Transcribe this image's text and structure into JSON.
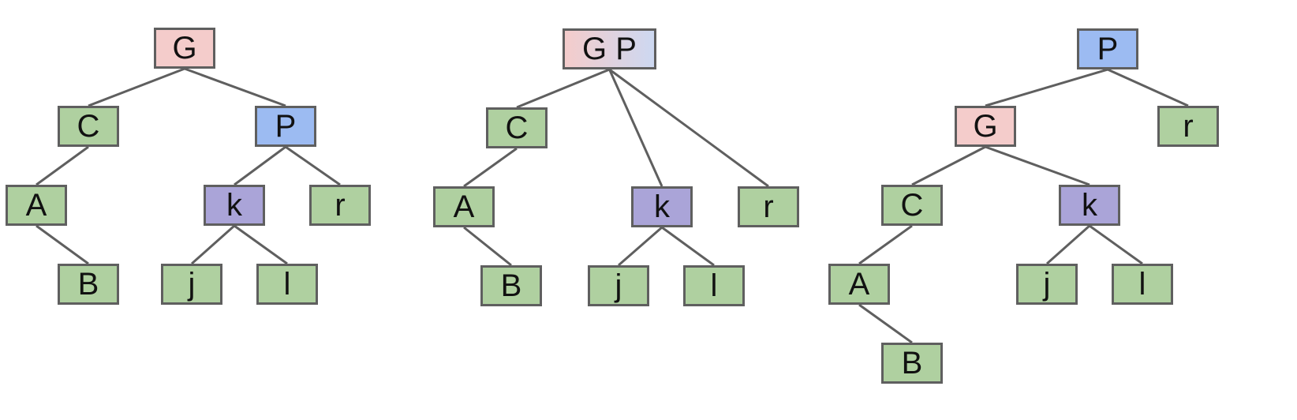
{
  "colors": {
    "green": "#afd0a0",
    "pink": "#f4cccb",
    "blue": "#9cbbf2",
    "purple": "#aaa4d8",
    "border": "#5f5f5f",
    "edge": "#5f5f5f",
    "merged_gradient": [
      "#f4cccb",
      "#cdd8f1"
    ]
  },
  "trees": [
    {
      "id": "tree-1",
      "nodes": [
        {
          "id": "G",
          "label": "G",
          "color": "pink"
        },
        {
          "id": "C",
          "label": "C",
          "color": "green"
        },
        {
          "id": "P",
          "label": "P",
          "color": "blue"
        },
        {
          "id": "A",
          "label": "A",
          "color": "green"
        },
        {
          "id": "B",
          "label": "B",
          "color": "green"
        },
        {
          "id": "k",
          "label": "k",
          "color": "purple"
        },
        {
          "id": "r",
          "label": "r",
          "color": "green"
        },
        {
          "id": "j",
          "label": "j",
          "color": "green"
        },
        {
          "id": "l",
          "label": "l",
          "color": "green"
        }
      ],
      "edges": [
        [
          "G",
          "C"
        ],
        [
          "G",
          "P"
        ],
        [
          "C",
          "A"
        ],
        [
          "A",
          "B"
        ],
        [
          "P",
          "k"
        ],
        [
          "P",
          "r"
        ],
        [
          "k",
          "j"
        ],
        [
          "k",
          "l"
        ]
      ]
    },
    {
      "id": "tree-2",
      "nodes": [
        {
          "id": "GP",
          "label": "G P",
          "color": "merged"
        },
        {
          "id": "C",
          "label": "C",
          "color": "green"
        },
        {
          "id": "A",
          "label": "A",
          "color": "green"
        },
        {
          "id": "B",
          "label": "B",
          "color": "green"
        },
        {
          "id": "k",
          "label": "k",
          "color": "purple"
        },
        {
          "id": "r",
          "label": "r",
          "color": "green"
        },
        {
          "id": "j",
          "label": "j",
          "color": "green"
        },
        {
          "id": "l",
          "label": "l",
          "color": "green"
        }
      ],
      "edges": [
        [
          "GP",
          "C"
        ],
        [
          "GP",
          "k"
        ],
        [
          "GP",
          "r"
        ],
        [
          "C",
          "A"
        ],
        [
          "A",
          "B"
        ],
        [
          "k",
          "j"
        ],
        [
          "k",
          "l"
        ]
      ]
    },
    {
      "id": "tree-3",
      "nodes": [
        {
          "id": "P",
          "label": "P",
          "color": "blue"
        },
        {
          "id": "G",
          "label": "G",
          "color": "pink"
        },
        {
          "id": "r",
          "label": "r",
          "color": "green"
        },
        {
          "id": "C",
          "label": "C",
          "color": "green"
        },
        {
          "id": "k",
          "label": "k",
          "color": "purple"
        },
        {
          "id": "A",
          "label": "A",
          "color": "green"
        },
        {
          "id": "B",
          "label": "B",
          "color": "green"
        },
        {
          "id": "j",
          "label": "j",
          "color": "green"
        },
        {
          "id": "l",
          "label": "l",
          "color": "green"
        }
      ],
      "edges": [
        [
          "P",
          "G"
        ],
        [
          "P",
          "r"
        ],
        [
          "G",
          "C"
        ],
        [
          "G",
          "k"
        ],
        [
          "C",
          "A"
        ],
        [
          "A",
          "B"
        ],
        [
          "k",
          "j"
        ],
        [
          "k",
          "l"
        ]
      ]
    }
  ]
}
